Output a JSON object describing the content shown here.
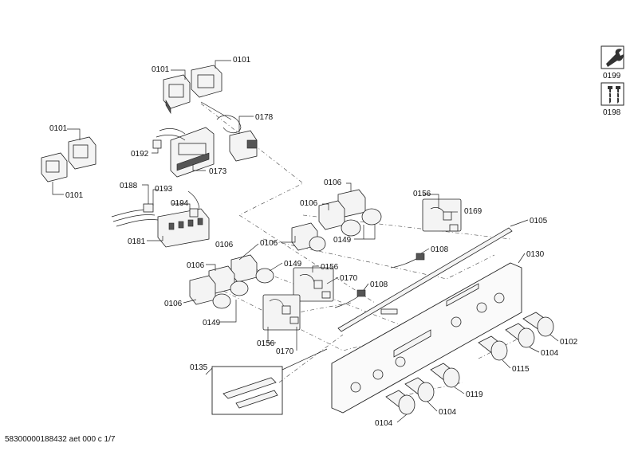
{
  "footer_text": "58300000188432 aet 000 c 1/7",
  "parts": [
    {
      "id": "p01",
      "label": "0101"
    },
    {
      "id": "p02",
      "label": "0101"
    },
    {
      "id": "p03",
      "label": "0101"
    },
    {
      "id": "p04",
      "label": "0101"
    },
    {
      "id": "p05",
      "label": "0178"
    },
    {
      "id": "p06",
      "label": "0192"
    },
    {
      "id": "p07",
      "label": "0173"
    },
    {
      "id": "p08",
      "label": "0188"
    },
    {
      "id": "p09",
      "label": "0193"
    },
    {
      "id": "p10",
      "label": "0194"
    },
    {
      "id": "p11",
      "label": "0181"
    },
    {
      "id": "p12",
      "label": "0106"
    },
    {
      "id": "p13",
      "label": "0106"
    },
    {
      "id": "p14",
      "label": "0106"
    },
    {
      "id": "p15",
      "label": "0149"
    },
    {
      "id": "p16",
      "label": "0156"
    },
    {
      "id": "p17",
      "label": "0169"
    },
    {
      "id": "p18",
      "label": "0105"
    },
    {
      "id": "p19",
      "label": "0108"
    },
    {
      "id": "p20",
      "label": "0106"
    },
    {
      "id": "p21",
      "label": "0106"
    },
    {
      "id": "p22",
      "label": "0149"
    },
    {
      "id": "p23",
      "label": "0156"
    },
    {
      "id": "p24",
      "label": "0170"
    },
    {
      "id": "p25",
      "label": "0108"
    },
    {
      "id": "p26",
      "label": "0130"
    },
    {
      "id": "p27",
      "label": "0106"
    },
    {
      "id": "p28",
      "label": "0149"
    },
    {
      "id": "p29",
      "label": "0156"
    },
    {
      "id": "p30",
      "label": "0170"
    },
    {
      "id": "p31",
      "label": "0102"
    },
    {
      "id": "p32",
      "label": "0104"
    },
    {
      "id": "p33",
      "label": "0115"
    },
    {
      "id": "p34",
      "label": "0119"
    },
    {
      "id": "p35",
      "label": "0104"
    },
    {
      "id": "p36",
      "label": "0104"
    },
    {
      "id": "p37",
      "label": "0135"
    },
    {
      "id": "p38",
      "label": "0199"
    },
    {
      "id": "p39",
      "label": "0198"
    }
  ],
  "icons": {
    "service_tool": "wrench-icon",
    "screws": "screws-icon"
  }
}
